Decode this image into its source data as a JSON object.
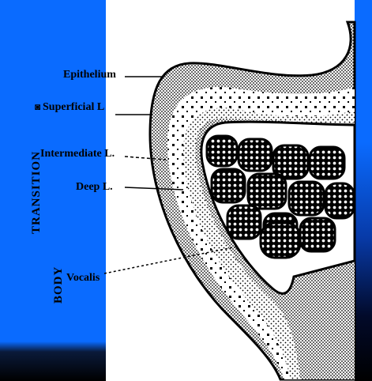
{
  "labels": {
    "epithelium": "Epithelium",
    "superficial": "Superficial  L",
    "intermediate": "Intermediate L.",
    "deep": "Deep L.",
    "vocalis": "Vocalis"
  },
  "side_labels": {
    "transition": "TRANSITION",
    "body": "BODY"
  },
  "colors": {
    "band_blue": "#0a6bff",
    "band_dark": "#000000"
  }
}
